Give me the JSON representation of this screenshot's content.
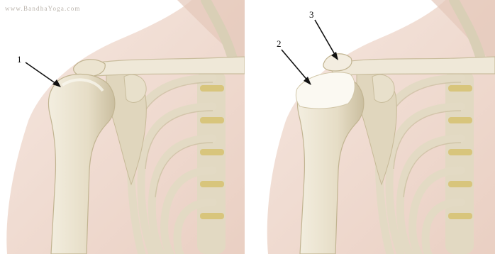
{
  "watermark": {
    "text": "www.BandhaYoga.com"
  },
  "labels": {
    "one": "1",
    "two": "2",
    "three": "3"
  },
  "colors": {
    "skin": "#ecd0c4",
    "bone": "#e9e1cd",
    "bone_shadow": "#c9bd9d",
    "cartilage": "#d8c57c",
    "highlight": "#fbf9f2"
  },
  "icons": {
    "arrow": "arrow-icon"
  }
}
